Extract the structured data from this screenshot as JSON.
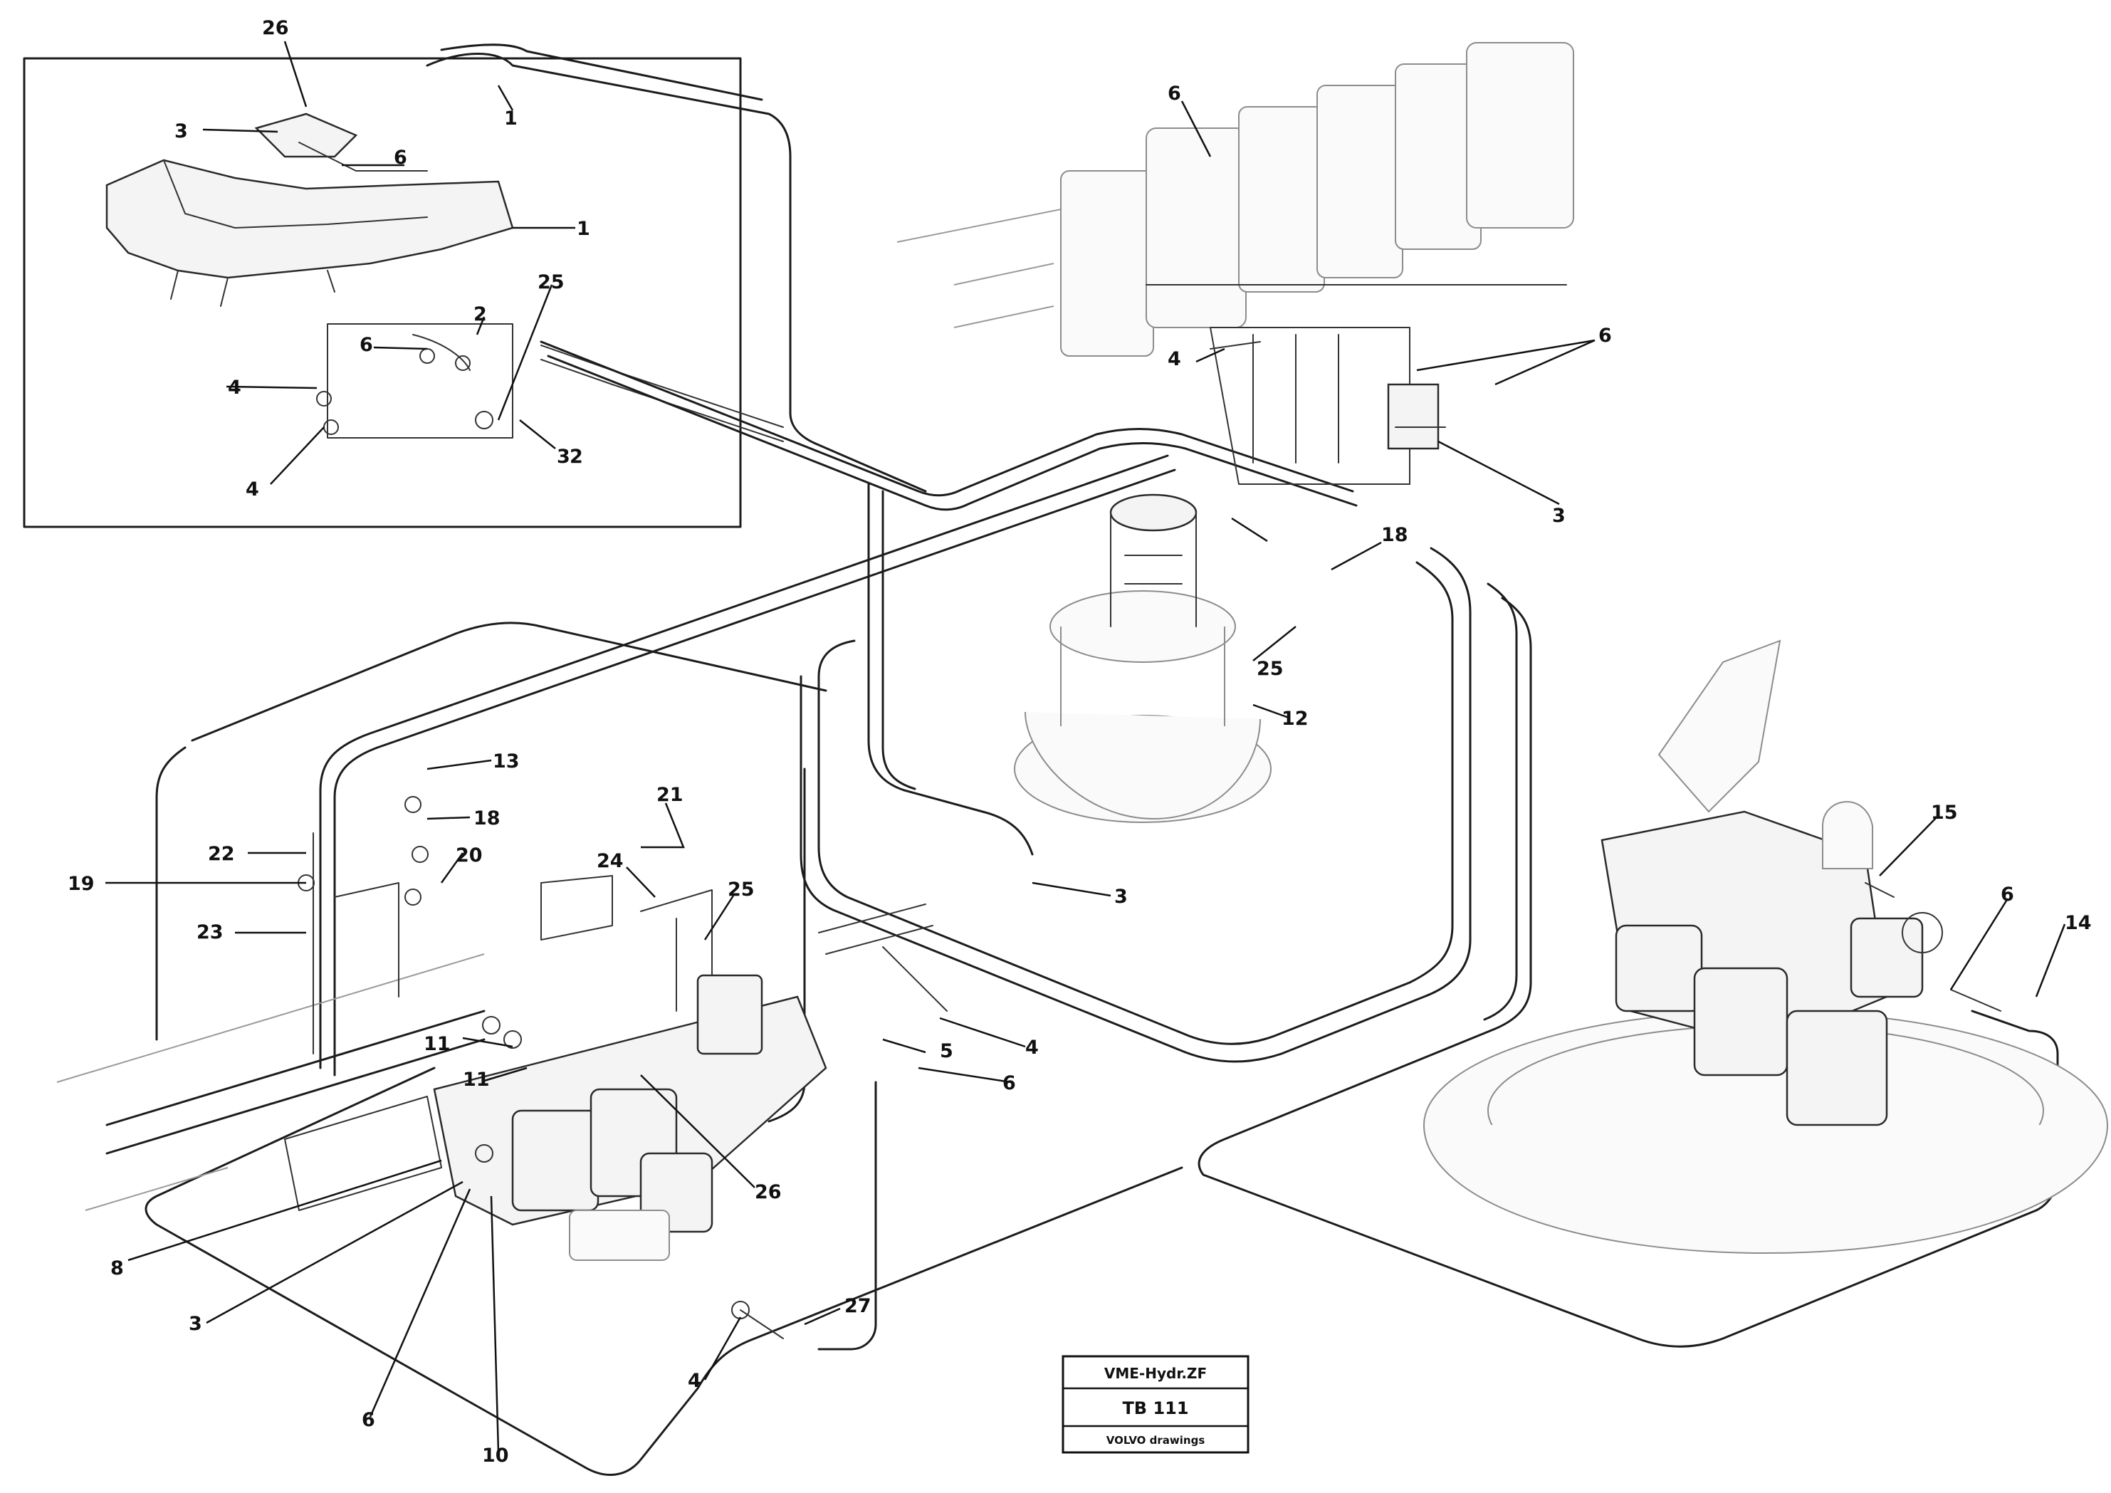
{
  "callouts": [
    "26",
    "3",
    "6",
    "1",
    "1",
    "4",
    "6",
    "2",
    "25",
    "4",
    "3",
    "2",
    "6",
    "4",
    "6",
    "3",
    "18",
    "25",
    "12",
    "3",
    "13",
    "18",
    "20",
    "21",
    "22",
    "19",
    "24",
    "23",
    "25",
    "11",
    "11",
    "4",
    "5",
    "6",
    "26",
    "15",
    "6",
    "14",
    "8",
    "3",
    "6",
    "10",
    "4",
    "27"
  ],
  "stamp": {
    "line1": "VME-Hydr.ZF",
    "line2": "TB 111",
    "line3": "VOLVO drawings"
  },
  "colors": {
    "line": "#1c1c1c",
    "background": "#ffffff"
  }
}
